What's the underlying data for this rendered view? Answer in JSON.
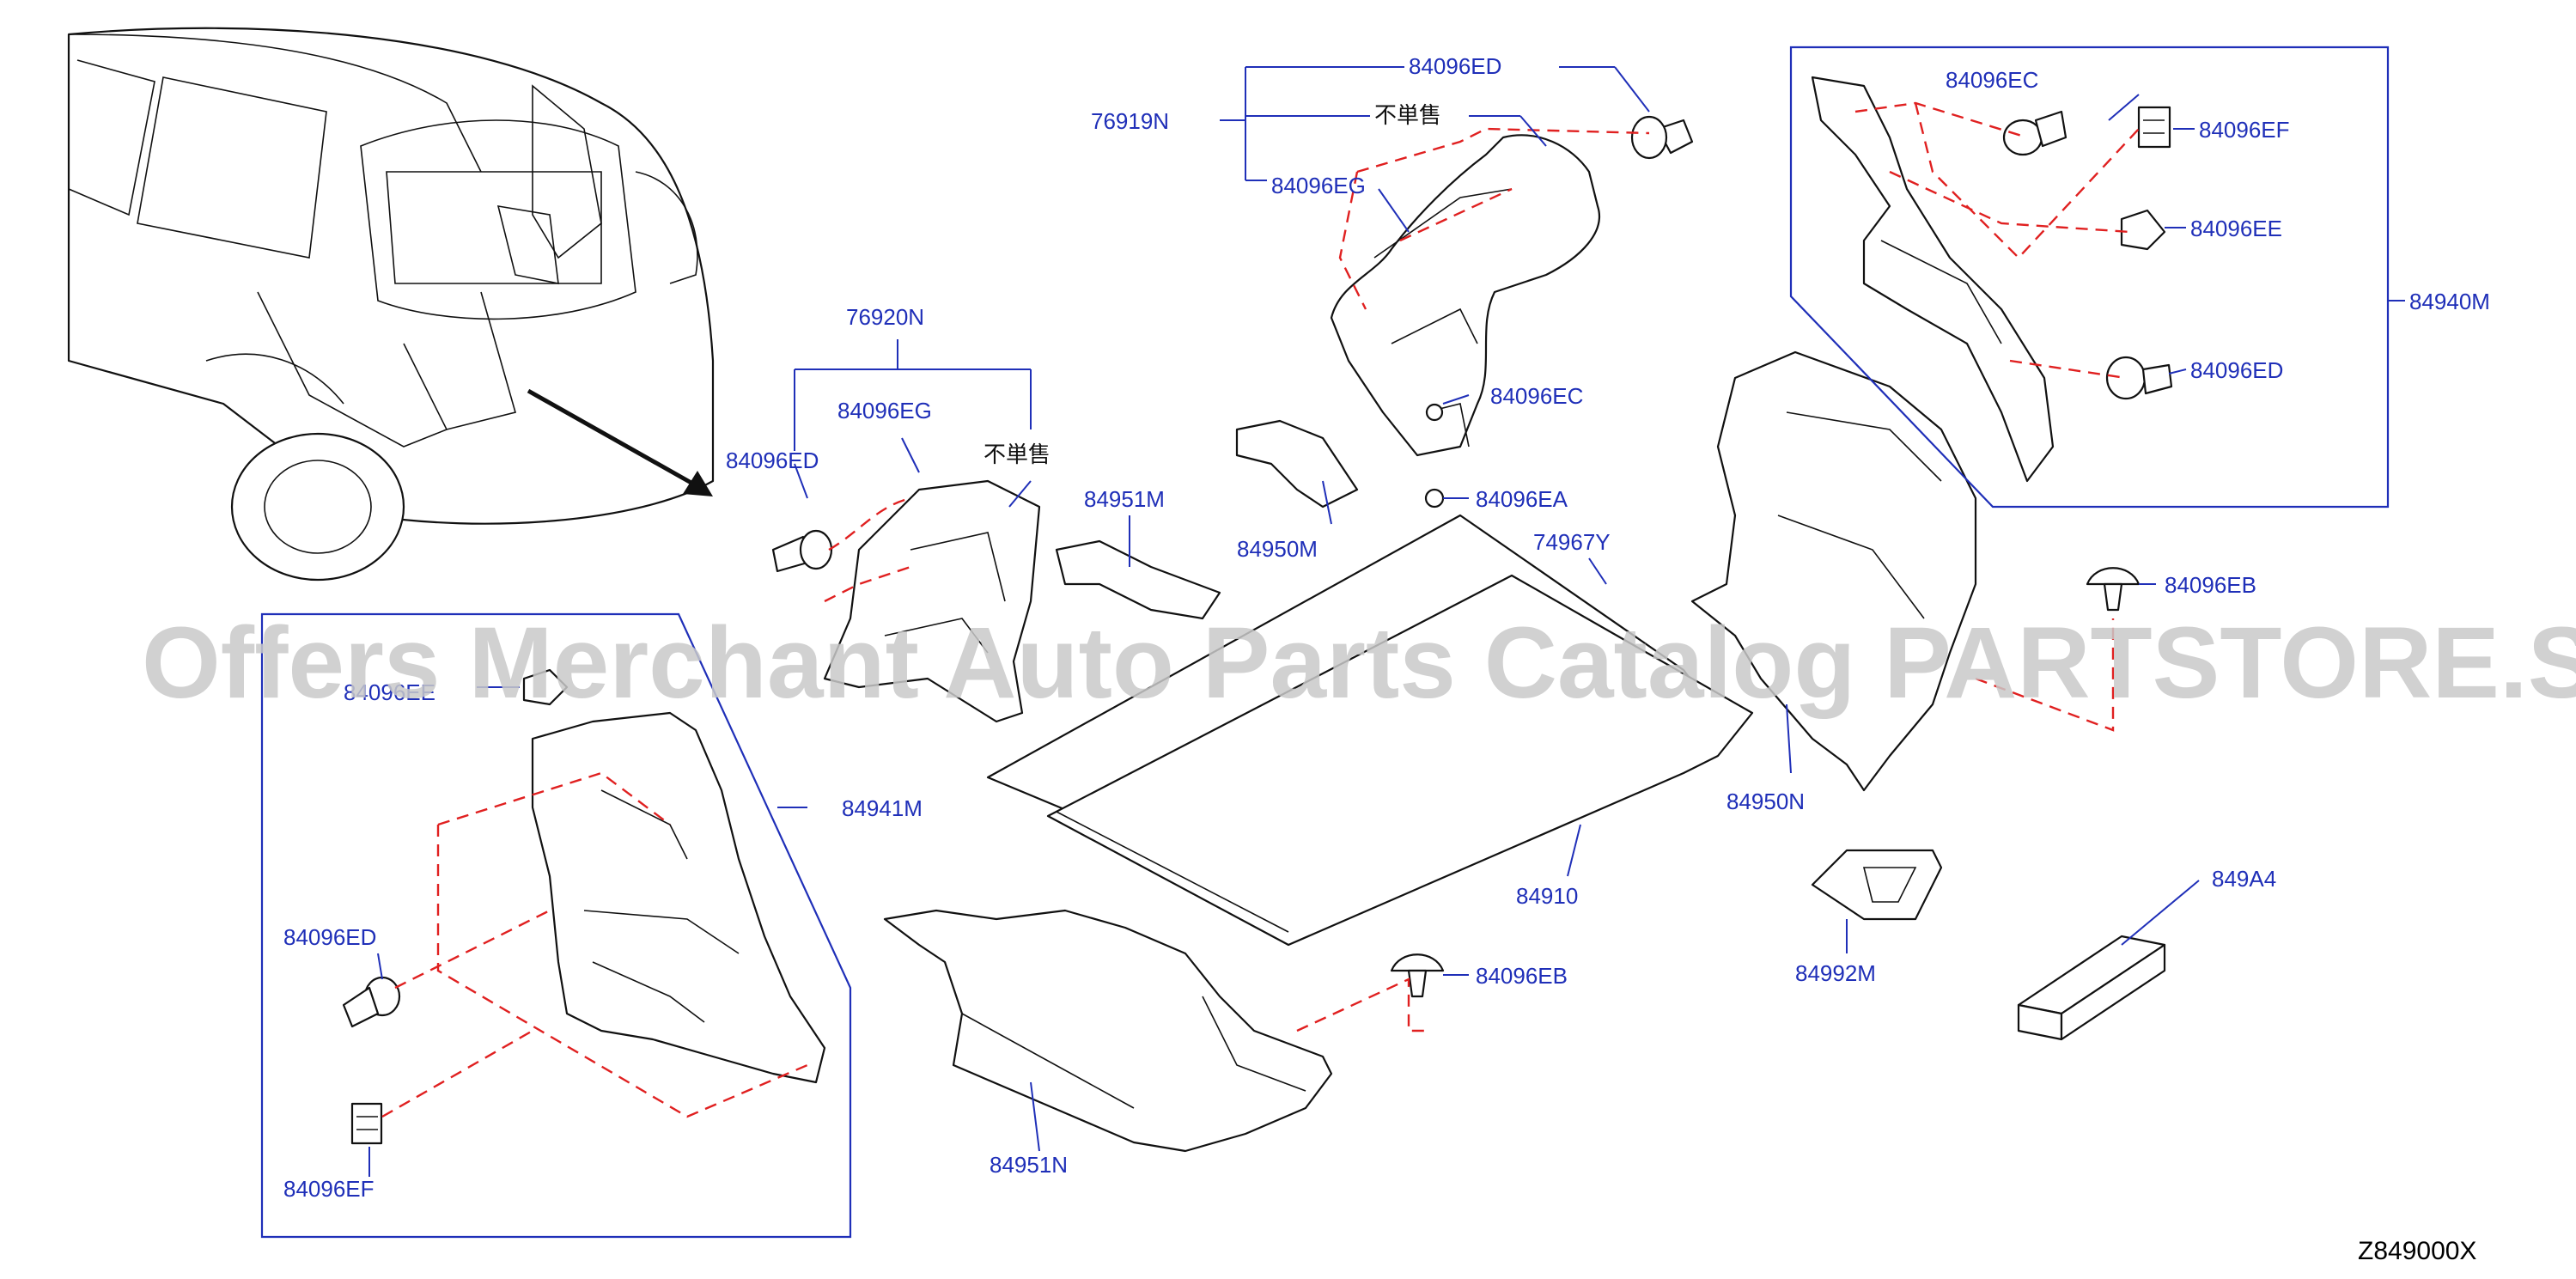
{
  "diagram": {
    "code": "Z849000X",
    "watermark": "Offers Merchant Auto Parts Catalog PARTSTORE.SA",
    "not_sold_label": "不単售",
    "part_labels": {
      "ed_top": "84096ED",
      "n76919": "76919N",
      "eg_top": "84096EG",
      "ec_top_right": "84096EC",
      "ef_right": "84096EF",
      "ee_right": "84096EE",
      "ed_right": "84096ED",
      "m84940": "84940M",
      "n76920": "76920N",
      "eg_left": "84096EG",
      "ed_left": "84096ED",
      "m84951": "84951M",
      "m84950": "84950M",
      "ec_mid": "84096EC",
      "ea_mid": "84096EA",
      "y74967": "74967Y",
      "eb_right": "84096EB",
      "ee_left": "84096EE",
      "m84941": "84941M",
      "n84950": "84950N",
      "ed_box_left": "84096ED",
      "p84910": "84910",
      "a849a4": "849A4",
      "eb_center": "84096EB",
      "m84992": "84992M",
      "ef_box_left": "84096EF",
      "n84951": "84951N"
    }
  }
}
